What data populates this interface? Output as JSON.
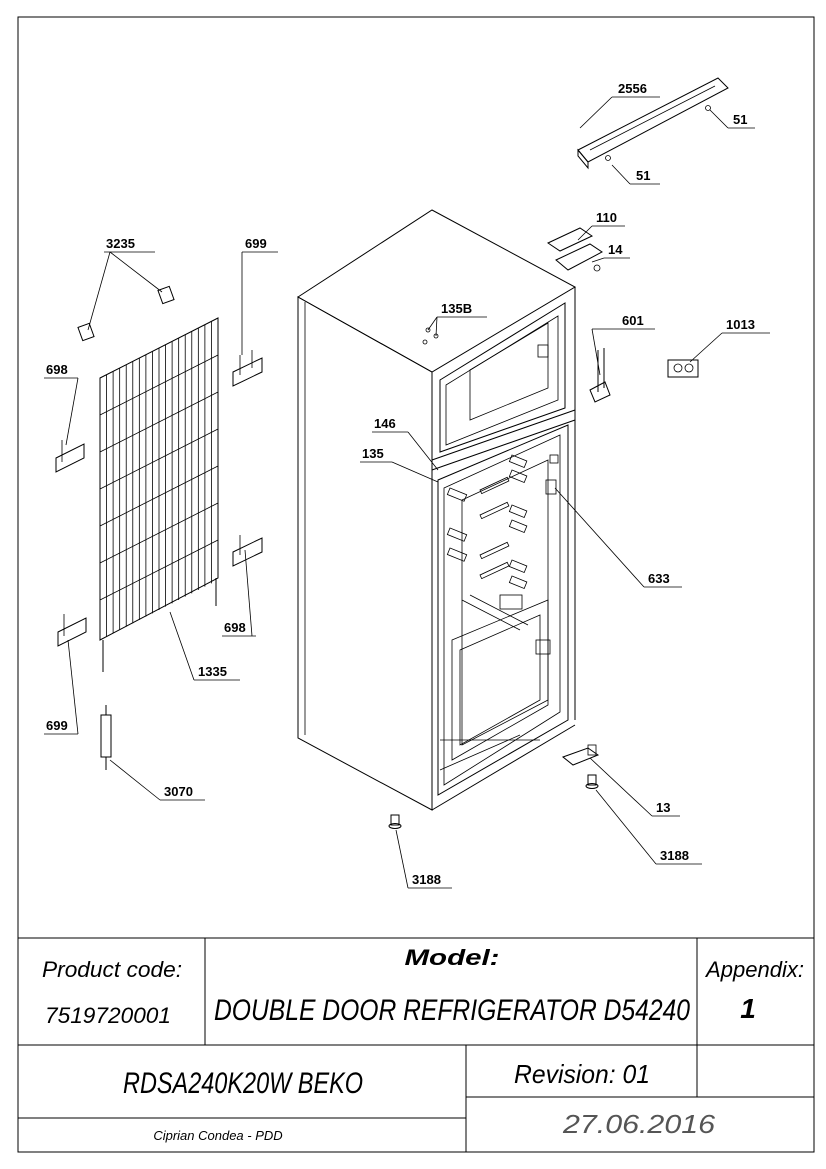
{
  "callouts": {
    "c2556": "2556",
    "c51a": "51",
    "c51b": "51",
    "c110": "110",
    "c14": "14",
    "c601": "601",
    "c1013": "1013",
    "c135B": "135B",
    "c146": "146",
    "c135": "135",
    "c633": "633",
    "c13": "13",
    "c3188a": "3188",
    "c3188b": "3188",
    "c3235": "3235",
    "c699a": "699",
    "c698a": "698",
    "c698b": "698",
    "c1335": "1335",
    "c699b": "699",
    "c3070": "3070"
  },
  "title_block": {
    "product_code_label": "Product code:",
    "product_code": "7519720001",
    "model_label": "Model:",
    "model_name": "DOUBLE DOOR REFRIGERATOR D54240",
    "appendix_label": "Appendix:",
    "appendix_value": "1",
    "model_code": "RDSA240K20W BEKO",
    "revision": "Revision: 01",
    "author": "Ciprian Condea - PDD",
    "date": "27.06.2016"
  }
}
